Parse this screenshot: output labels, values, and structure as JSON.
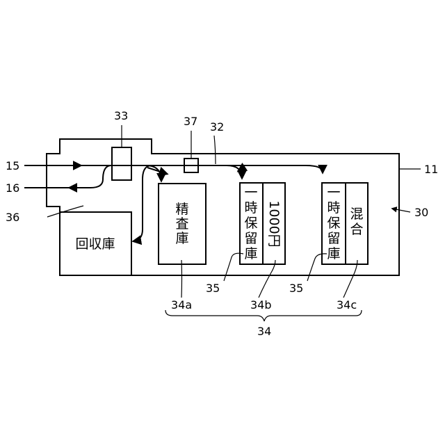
{
  "labels": {
    "ref_15": "15",
    "ref_16": "16",
    "ref_36": "36",
    "ref_33": "33",
    "ref_37": "37",
    "ref_32": "32",
    "ref_11": "11",
    "ref_30": "30",
    "ref_35_left": "35",
    "ref_35_right": "35",
    "ref_34a": "34a",
    "ref_34b": "34b",
    "ref_34c": "34c",
    "ref_34": "34"
  },
  "boxes": {
    "collection_box": "回収庫",
    "audit_box": [
      "精",
      "査",
      "庫"
    ],
    "temp_hold_b": [
      "一",
      "時",
      "保",
      "留",
      "庫"
    ],
    "denomination_b": "1000円",
    "temp_hold_c": [
      "一",
      "時",
      "保",
      "留",
      "庫"
    ],
    "mixed_c": [
      "混",
      "合"
    ]
  }
}
